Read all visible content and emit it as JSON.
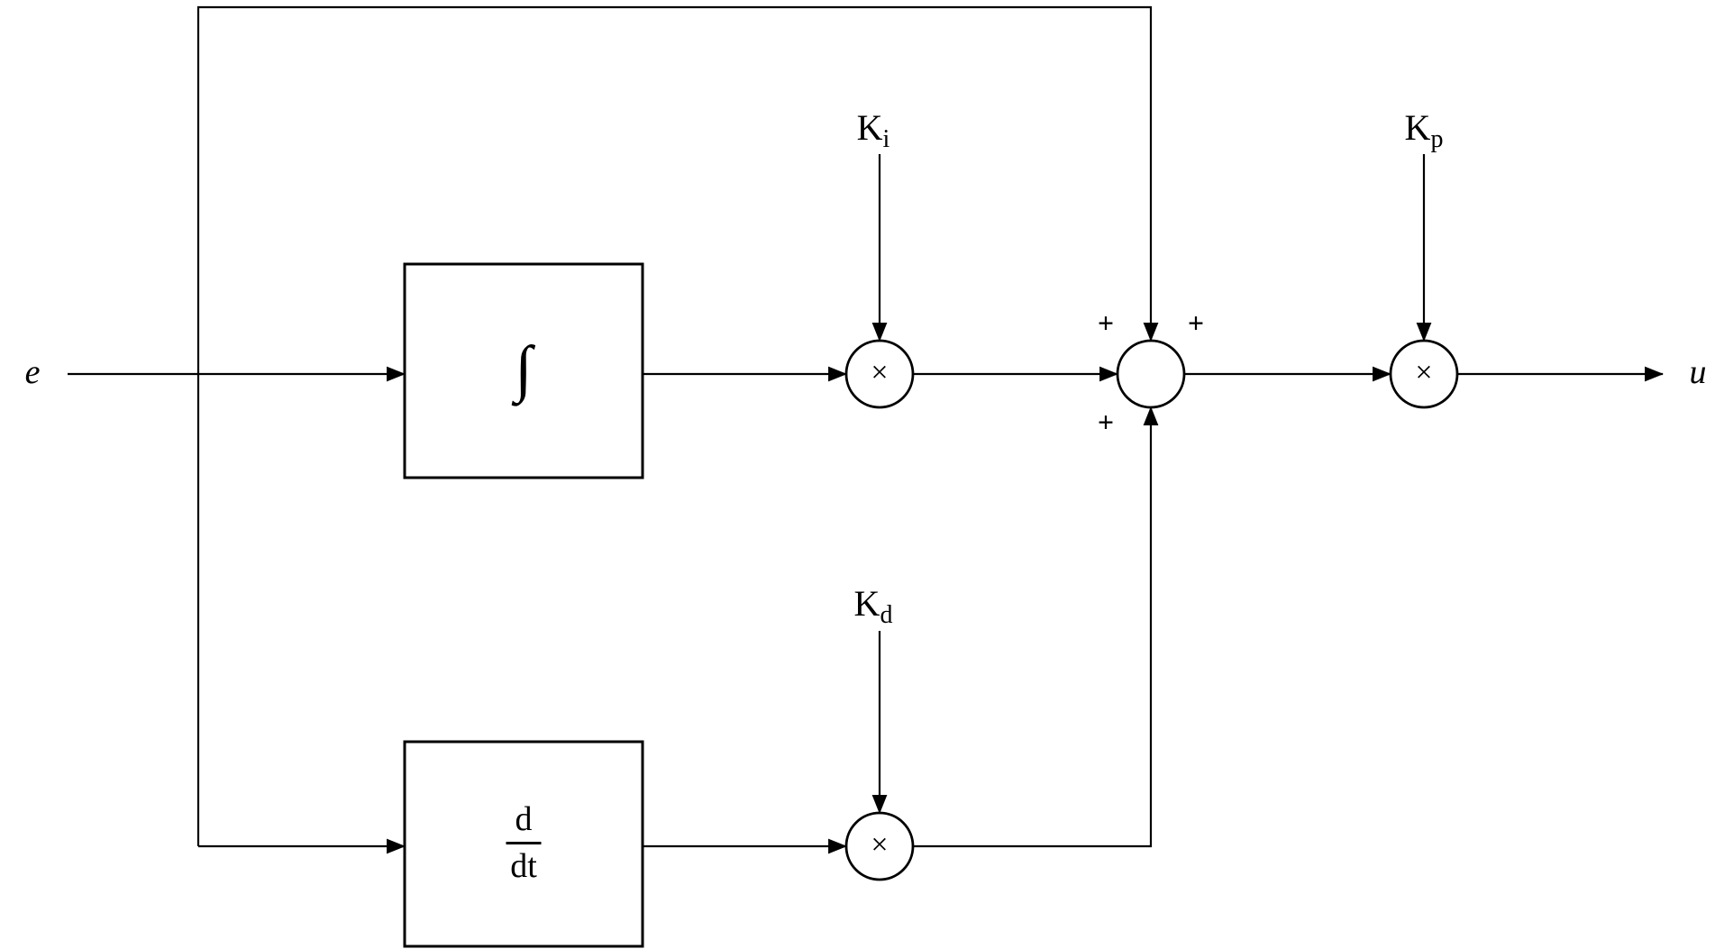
{
  "diagram": {
    "input_label": "e",
    "output_label": "u",
    "integrator_symbol": "∫",
    "derivative": {
      "numerator": "d",
      "denominator": "dt"
    },
    "gains": {
      "ki": {
        "base": "K",
        "sub": "i"
      },
      "kp": {
        "base": "K",
        "sub": "p"
      },
      "kd": {
        "base": "K",
        "sub": "d"
      }
    },
    "multiplier_symbol": "×",
    "sum_signs": {
      "top_left": "+",
      "top_right": "+",
      "bottom": "+"
    },
    "colors": {
      "line": "#000000",
      "background": "#ffffff"
    }
  }
}
